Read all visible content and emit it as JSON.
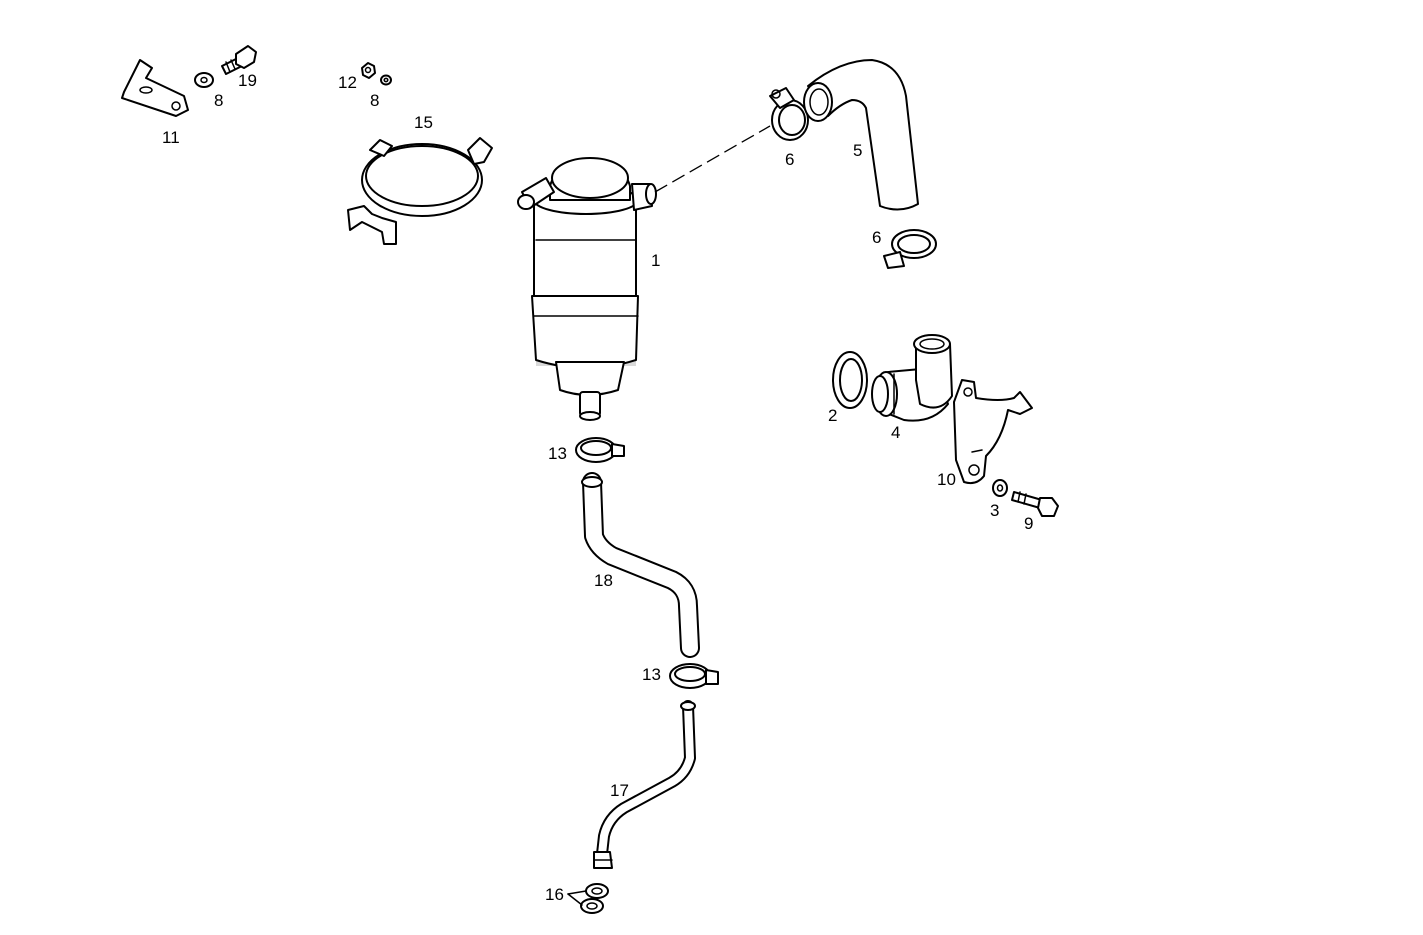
{
  "callouts": [
    {
      "id": "11",
      "text": "11"
    },
    {
      "id": "8a",
      "text": "8"
    },
    {
      "id": "19",
      "text": "19"
    },
    {
      "id": "12",
      "text": "12"
    },
    {
      "id": "8b",
      "text": "8"
    },
    {
      "id": "15",
      "text": "15"
    },
    {
      "id": "1",
      "text": "1"
    },
    {
      "id": "6a",
      "text": "6"
    },
    {
      "id": "5",
      "text": "5"
    },
    {
      "id": "6b",
      "text": "6"
    },
    {
      "id": "2",
      "text": "2"
    },
    {
      "id": "4",
      "text": "4"
    },
    {
      "id": "10",
      "text": "10"
    },
    {
      "id": "3",
      "text": "3"
    },
    {
      "id": "9",
      "text": "9"
    },
    {
      "id": "13a",
      "text": "13"
    },
    {
      "id": "18",
      "text": "18"
    },
    {
      "id": "13b",
      "text": "13"
    },
    {
      "id": "17",
      "text": "17"
    },
    {
      "id": "16",
      "text": "16"
    }
  ]
}
